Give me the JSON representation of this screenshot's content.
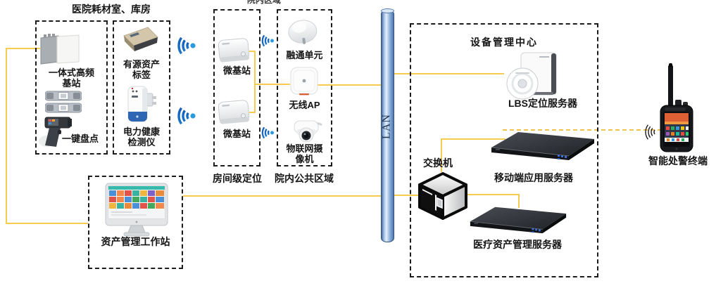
{
  "labels": {
    "area_top": "院内区域",
    "lan": "LAN"
  },
  "warehouse": {
    "title": "医院耗材室、库房",
    "hf_station": [
      "一体式高频",
      "基站"
    ],
    "one_key": "一键盘点",
    "active_tag": [
      "有源资产",
      "标签"
    ],
    "power_detector": [
      "电力健康",
      "检测仪"
    ]
  },
  "room_zone": {
    "micro_bs_top": "微基站",
    "micro_bs_bottom": "微基站",
    "caption": "房间级定位"
  },
  "public_zone": {
    "integration_unit": "融通单元",
    "wireless_ap": "无线AP",
    "iot_camera": [
      "物联网摄",
      "像机"
    ],
    "caption": "院内公共区域"
  },
  "device_center": {
    "title": "设备管理中心",
    "lbs_server": "LBS定位服务器",
    "switch": "交换机",
    "mobile_server": "移动端应用服务器",
    "asset_server": "医疗资产管理服务器"
  },
  "workstation": {
    "label": "资产管理工作站"
  },
  "terminal": {
    "label": "智能处警终端"
  },
  "colors": {
    "connection_line": "#F6CB4F",
    "wifi_blue": "#1565C0",
    "lan_body": "#7EA3CF",
    "box_border": "#1C1C1C"
  }
}
